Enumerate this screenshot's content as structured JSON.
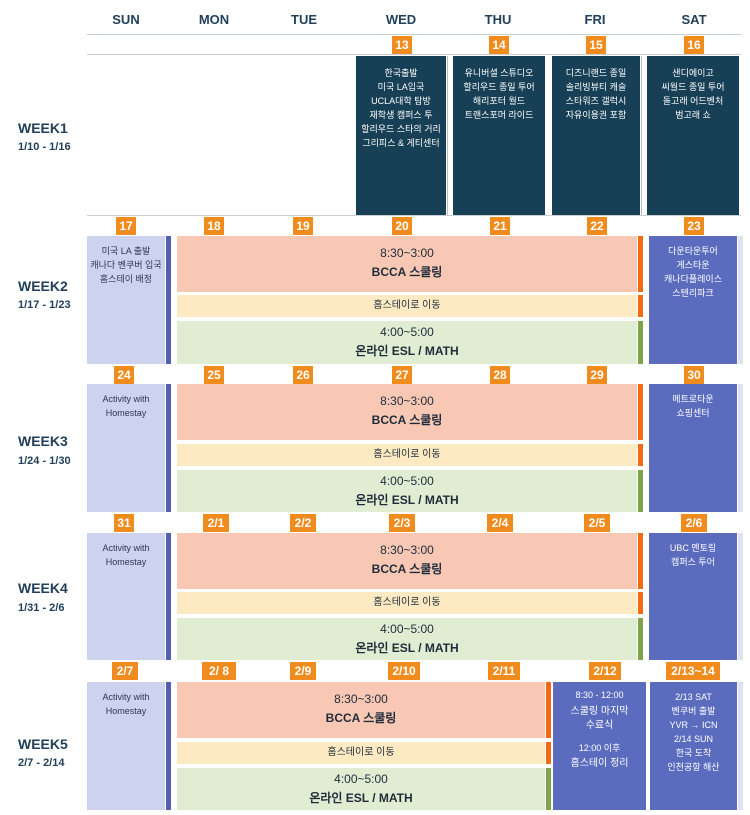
{
  "days": [
    "SUN",
    "MON",
    "TUE",
    "WED",
    "THU",
    "FRI",
    "SAT"
  ],
  "weeks": [
    {
      "title": "WEEK1",
      "range": "1/10 - 1/16",
      "dates": [
        "13",
        "14",
        "15",
        "16"
      ],
      "events": {
        "wed": [
          "한국출발",
          "미국 LA입국",
          "UCLA대학 탐방",
          "재학생 캠퍼스 투",
          "할리우드 스타의 거리",
          "그리피스 & 게티센터"
        ],
        "thu": [
          "유니버셜 스튜디오",
          "할리우드 종일 투어",
          "해리포터 월드",
          "트랜스포머 라이드"
        ],
        "fri": [
          "디즈니랜드 종일",
          "솔리빙뷰티 캐슬",
          "스타워즈 갤럭시",
          "자유이용권 포함"
        ],
        "sat": [
          "샌디에이고",
          "씨월드 종일 투어",
          "돌고래 어드벤처",
          "범고래 쇼"
        ]
      }
    },
    {
      "title": "WEEK2",
      "range": "1/17 - 1/23",
      "dates": [
        "17",
        "18",
        "19",
        "20",
        "21",
        "22",
        "23"
      ],
      "sun": [
        "미국 LA 출발",
        "캐나다 벤쿠버 입국",
        "홈스테이 배정"
      ],
      "sat": [
        "다운타운투어",
        "게스타운",
        "캐나다플레이스",
        "스텐리파크"
      ]
    },
    {
      "title": "WEEK3",
      "range": "1/24 - 1/30",
      "dates": [
        "24",
        "25",
        "26",
        "27",
        "28",
        "29",
        "30"
      ],
      "sun": [
        "Activity with",
        "Homestay"
      ],
      "sat": [
        "메트로타운",
        "쇼핑센터"
      ]
    },
    {
      "title": "WEEK4",
      "range": "1/31 - 2/6",
      "dates": [
        "31",
        "2/1",
        "2/2",
        "2/3",
        "2/4",
        "2/5",
        "2/6"
      ],
      "sun": [
        "Activity with",
        "Homestay"
      ],
      "sat": [
        "UBC 멘토링",
        "캠퍼스 투어"
      ]
    },
    {
      "title": "WEEK5",
      "range": "2/7 - 2/14",
      "dates": [
        "2/7",
        "2/ 8",
        "2/9",
        "2/10",
        "2/11",
        "2/12",
        "2/13~14"
      ],
      "sun": [
        "Activity with",
        "Homestay"
      ],
      "fri": [
        "8:30 - 12:00",
        "스쿨링 마지막",
        "수료식",
        "",
        "12:00 이후",
        "홈스테이 정리"
      ],
      "sat": [
        "2/13 SAT",
        "벤쿠버 출발",
        "YVR → ICN",
        "2/14 SUN",
        "한국 도착",
        "인천공항 해산"
      ]
    }
  ],
  "blocks": {
    "school_time": "8:30~3:00",
    "school_label": "BCCA 스쿨링",
    "homestay_move": "홈스테이로 이동",
    "online_time": "4:00~5:00",
    "online_label": "온라인 ESL / MATH"
  },
  "colors": {
    "navy": "#173f55",
    "orange": "#f08c1e",
    "school": "#f9c8b4",
    "homestay": "#fdeac2",
    "online": "#e0edd3",
    "sun": "#cdd2ee",
    "sat": "#5b6cbf"
  }
}
